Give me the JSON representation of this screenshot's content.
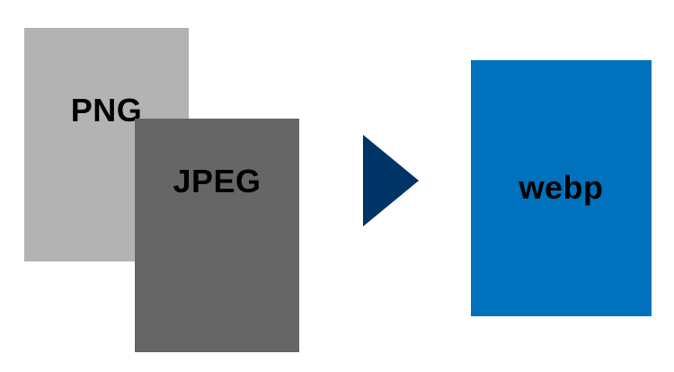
{
  "diagram": {
    "sources": [
      {
        "label": "PNG",
        "color": "#b3b3b3"
      },
      {
        "label": "JPEG",
        "color": "#666666"
      }
    ],
    "target": {
      "label": "webp",
      "color": "#0071bc"
    },
    "arrow": {
      "icon": "play-triangle-icon",
      "color": "#003366"
    }
  }
}
